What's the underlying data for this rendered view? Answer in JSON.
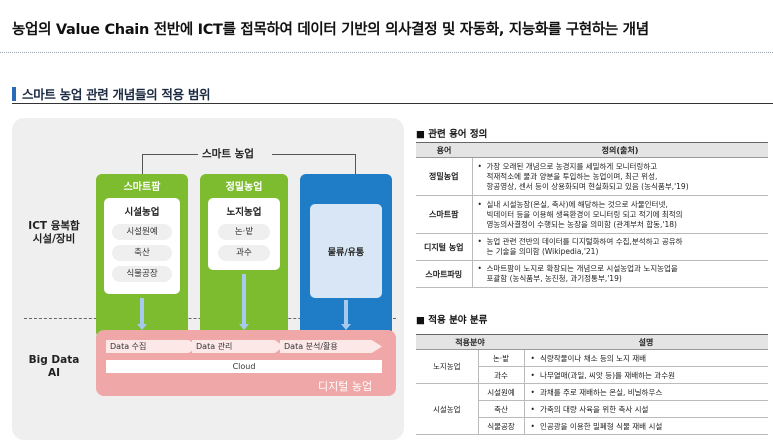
{
  "page": {
    "title": "농업의 Value Chain 전반에 ICT를 접목하여 데이터 기반의 의사결정 및 자동화, 지능화를 구현하는 개념",
    "section_title": "스마트 농업 관련 개념들의 적용 범위"
  },
  "diagram": {
    "smart_agri": "스마트 농업",
    "left_labels": {
      "ict": [
        "ICT 융복합",
        "시설/장비"
      ],
      "bigdata": [
        "Big Data",
        "AI"
      ]
    },
    "columns": {
      "smartfarm": {
        "title": "스마트팜",
        "inner_title": "시설농업",
        "items": [
          "시설원예",
          "축산",
          "식물공장"
        ]
      },
      "precision": {
        "title": "정밀농업",
        "inner_title": "노지농업",
        "items": [
          "논·밭",
          "과수"
        ]
      },
      "logistics": {
        "label": "물류/유통"
      }
    },
    "digital": {
      "arrows": [
        "Data 수집",
        "Data 관리",
        "Data 분석/활용"
      ],
      "cloud": "Cloud",
      "label": "디지털 농업"
    }
  },
  "terms_section": {
    "title": "■ 관련 용어 정의",
    "headers": [
      "용어",
      "정의(출처)"
    ],
    "rows": [
      {
        "term": "정밀농업",
        "lines": [
          "가장 오래된 개념으로 농경지를 세밀하게 모니터링하고",
          "적재적소에 물과 양분을 투입하는 농업이며, 최근 위성,",
          "항공영상, 센서 등이 상용화되며 현실화되고 있음 (농식품부,'19)"
        ]
      },
      {
        "term": "스마트팜",
        "lines": [
          "실내 시설농장(온실, 축사)에 해당하는 것으로 사물인터넷,",
          "빅데이터 등을 이용해 생육환경이 모니터링 되고 적기에 최적의",
          "영농의사결정이 수행되는 농장을 의미함 (관계부처 합동,'18)"
        ]
      },
      {
        "term": "디지털 농업",
        "lines": [
          "농업 관련 전반의 데이터를 디지털화하여 수집,분석하고 공유하",
          "는 기술을 의미함 (Wikipedia,'21)"
        ]
      },
      {
        "term": "스마트파밍",
        "lines": [
          "스마트팜이 노지로 확장되는 개념으로 시설농업과 노지농업을",
          "포괄함 (농식품부, 농진청, 과기정통부,'19)"
        ]
      }
    ]
  },
  "fields_section": {
    "title": "■ 적용 분야 분류",
    "headers": [
      "적용분야",
      "설명"
    ],
    "groups": [
      {
        "field": "노지농업",
        "rows": [
          {
            "sub": "논·밭",
            "desc": "식량작물이나 채소 등의 노지 재배"
          },
          {
            "sub": "과수",
            "desc": "나무열매(과일, 씨앗 등)를 재배하는 과수원"
          }
        ]
      },
      {
        "field": "시설농업",
        "rows": [
          {
            "sub": "시설원예",
            "desc": "과채를 주로 재배하는 온실, 비닐하우스"
          },
          {
            "sub": "축산",
            "desc": "가축의 대량 사육을 위한 축사 시설"
          },
          {
            "sub": "식물공장",
            "desc": "인공광을 이용한 밀폐형 식물 재배 시설"
          }
        ]
      }
    ],
    "bullet": "•"
  },
  "colors": {
    "green": "#7dbb2f",
    "blue": "#1f7cc6",
    "pink": "#f0a7a7",
    "accent": "#2a69b7"
  }
}
